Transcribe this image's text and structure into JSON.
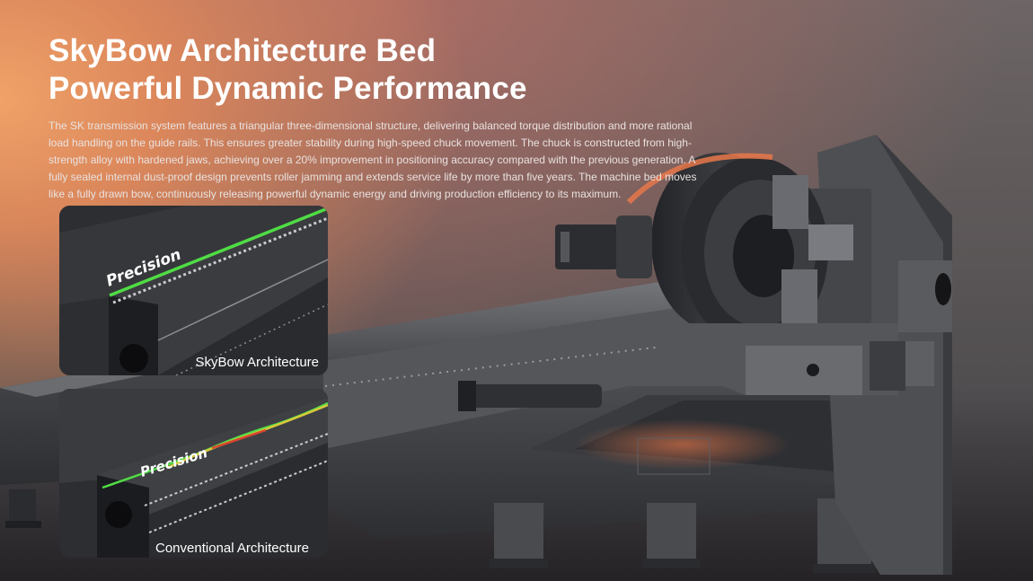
{
  "header": {
    "title_line1": "SkyBow Architecture Bed",
    "title_line2": "Powerful Dynamic Performance",
    "description": "The SK transmission system features a triangular three-dimensional structure, delivering balanced torque distribution and more rational load handling on the guide rails. This ensures greater stability during high-speed chuck movement. The chuck is constructed from high-strength alloy with hardened jaws, achieving over a 20% improvement in positioning accuracy compared with the previous generation. A fully sealed internal dust-proof design prevents roller jamming and extends service life by more than five years. The machine bed moves like a fully drawn bow, continuously releasing powerful dynamic energy and driving production efficiency to its maximum."
  },
  "comparison": {
    "skybow": {
      "tag": "Precision",
      "label": "SkyBow Architecture"
    },
    "conventional": {
      "tag": "Precision",
      "label": "Conventional Architecture"
    }
  },
  "colors": {
    "accent_orange": "#e8784a",
    "rail_green": "#4fdc45",
    "rail_yellow": "#d8c93a",
    "rail_red": "#d9452f"
  }
}
